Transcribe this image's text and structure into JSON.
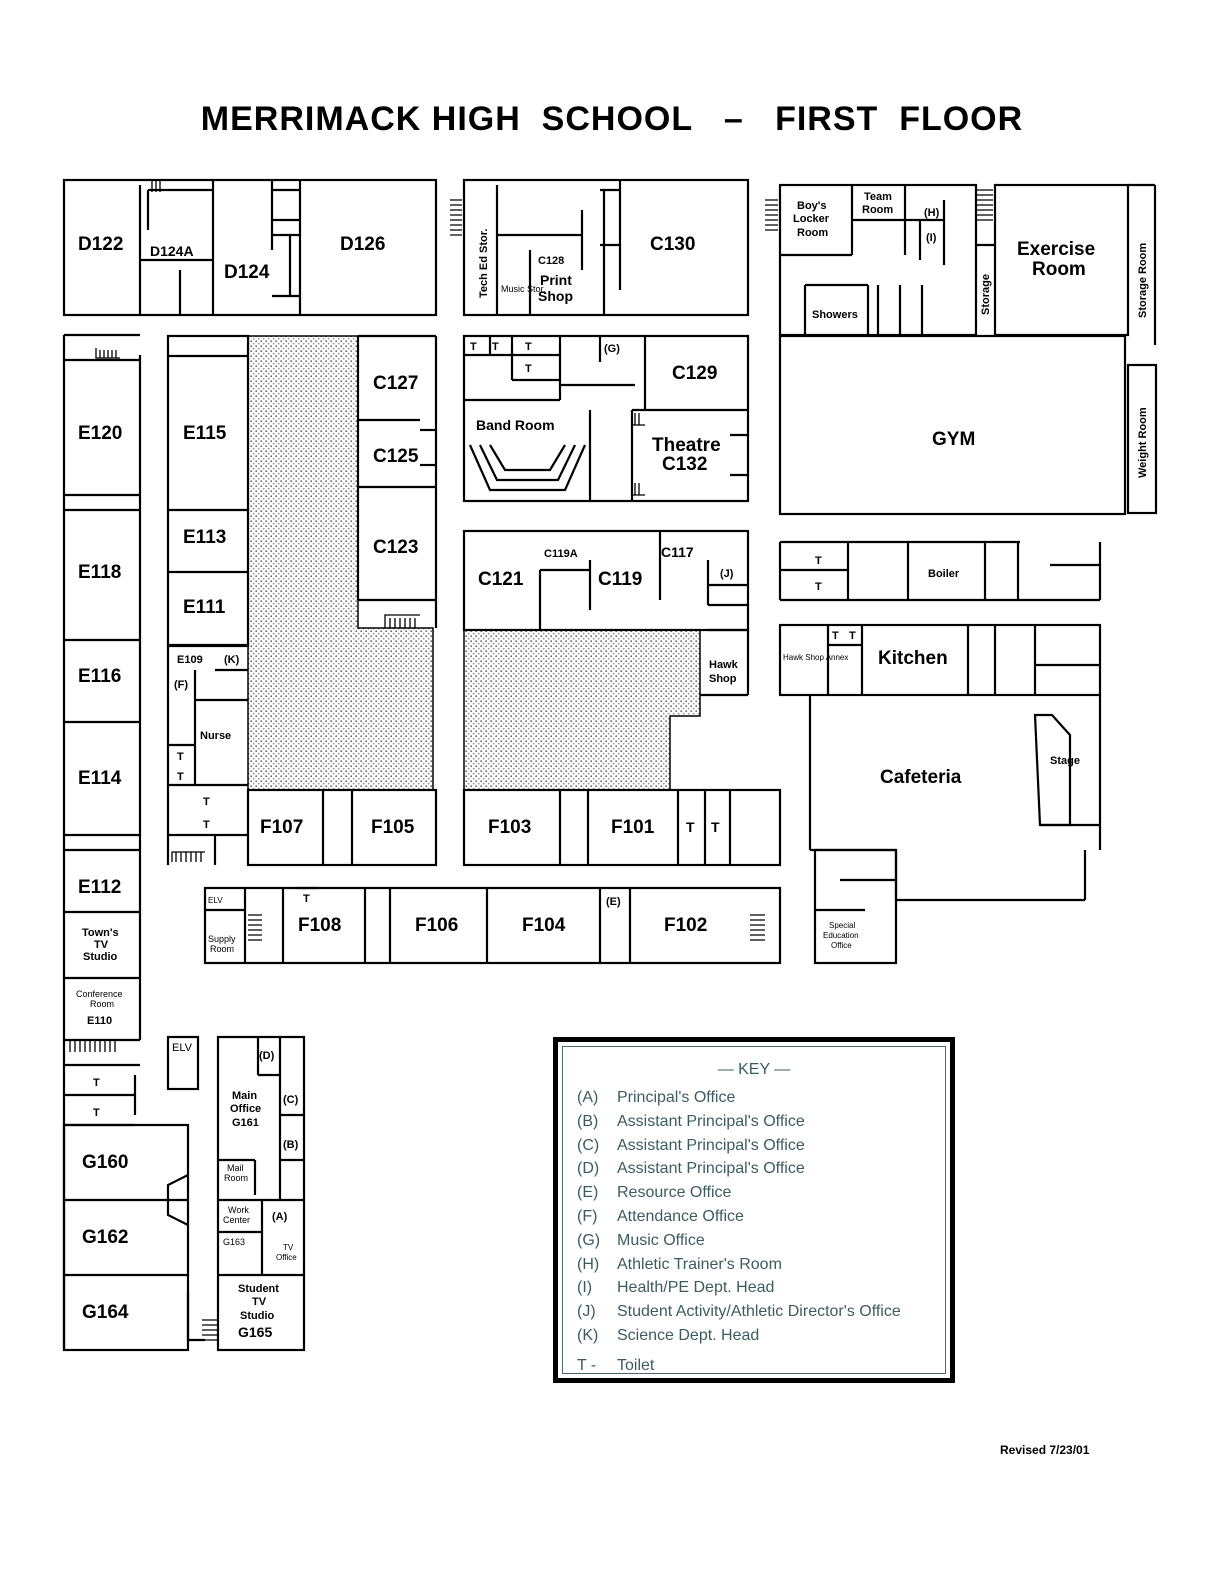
{
  "title": "MERRIMACK HIGH  SCHOOL   –   FIRST  FLOOR",
  "rooms": {
    "d122": "D122",
    "d124a": "D124A",
    "d124": "D124",
    "d126": "D126",
    "tech_ed": "Tech Ed Stor.",
    "music_stor": "Music Stor.",
    "c128": "C128",
    "print": "Print",
    "shop": "Shop",
    "c130": "C130",
    "boys": "Boy's",
    "locker": "Locker",
    "room": "Room",
    "team": "Team",
    "h": "(H)",
    "i": "(I)",
    "showers": "Showers",
    "exercise": "Exercise",
    "storage": "Storage",
    "storage_room": "Storage Room",
    "weight_room": "Weight Room",
    "e120": "E120",
    "e115": "E115",
    "e118": "E118",
    "e113": "E113",
    "e111": "E111",
    "e116": "E116",
    "e109": "E109",
    "k": "(K)",
    "f": "(F)",
    "nurse": "Nurse",
    "e114": "E114",
    "c127": "C127",
    "c125": "C125",
    "c123": "C123",
    "g": "(G)",
    "band_room": "Band Room",
    "c129": "C129",
    "theatre": "Theatre",
    "c132": "C132",
    "gym": "GYM",
    "c121": "C121",
    "c119a": "C119A",
    "c119": "C119",
    "c117": "C117",
    "j": "(J)",
    "hawk": "Hawk",
    "hawk_shop_annex": "Hawk Shop Annex",
    "boiler": "Boiler",
    "kitchen": "Kitchen",
    "cafeteria": "Cafeteria",
    "stage": "Stage",
    "f107": "F107",
    "f105": "F105",
    "f103": "F103",
    "f101": "F101",
    "e112": "E112",
    "towns": "Town's",
    "tv": "TV",
    "studio": "Studio",
    "elv": "ELV",
    "supply": "Supply",
    "f108": "F108",
    "f106": "F106",
    "f104": "F104",
    "e": "(E)",
    "f102": "F102",
    "special": "Special",
    "education": "Education",
    "office": "Office",
    "conference": "Conference",
    "e110": "E110",
    "d": "(D)",
    "main": "Main",
    "g161": "G161",
    "c": "(C)",
    "b": "(B)",
    "mail": "Mail",
    "work": "Work",
    "center": "Center",
    "a": "(A)",
    "g163": "G163",
    "student": "Student",
    "g165": "G165",
    "g160": "G160",
    "g162": "G162",
    "g164": "G164",
    "toilet": "T"
  },
  "key": {
    "title": "— KEY —",
    "items": [
      {
        "code": "(A)",
        "label": "Principal's Office"
      },
      {
        "code": "(B)",
        "label": "Assistant Principal's Office"
      },
      {
        "code": "(C)",
        "label": "Assistant Principal's Office"
      },
      {
        "code": "(D)",
        "label": "Assistant Principal's Office"
      },
      {
        "code": "(E)",
        "label": "Resource Office"
      },
      {
        "code": "(F)",
        "label": "Attendance Office"
      },
      {
        "code": "(G)",
        "label": "Music Office"
      },
      {
        "code": "(H)",
        "label": "Athletic Trainer's Room"
      },
      {
        "code": "(I)",
        "label": "Health/PE Dept. Head"
      },
      {
        "code": "(J)",
        "label": "Student Activity/Athletic Director's Office"
      },
      {
        "code": "(K)",
        "label": "Science Dept. Head"
      },
      {
        "code": "T -",
        "label": "Toilet"
      }
    ]
  },
  "revised": "Revised 7/23/01",
  "colors": {
    "walls": "#000000",
    "key_text": "#3c5c62",
    "courtyard": "#cccccc"
  }
}
